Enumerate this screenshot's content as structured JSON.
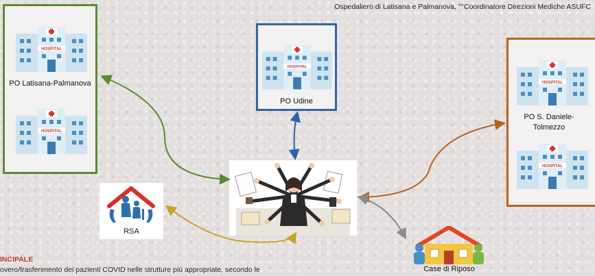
{
  "header": {
    "affiliation": "Ospedaliero di Latisana e Palmanova, °°Coordinatore Direzioni Mediche ASUFC"
  },
  "nodes": {
    "po_latisana": "PO Latisana-Palmanova",
    "po_udine": "PO Udine",
    "po_sdaniele": "PO S. Daniele-Tolmezzo",
    "rsa": "RSA",
    "case_riposo": "Case di Riposo"
  },
  "hospital_sign": "HOSPITAL",
  "colors": {
    "green": "#5a8a32",
    "blue": "#2f65a8",
    "orange": "#b8621c",
    "gold": "#c9a227",
    "gray": "#8a8a8a"
  },
  "bottom": {
    "title": "INCIPALE",
    "text": "overo/trasferimento dei pazienti COVID nelle strutture più appropriate, secondo le"
  }
}
